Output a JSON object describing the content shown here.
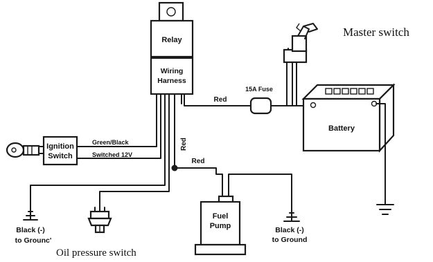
{
  "diagram": {
    "relay_label": "Relay",
    "harness_label_line1": "Wiring",
    "harness_label_line2": "Harness",
    "master_switch_label": "Master switch",
    "fuse_label": "15A Fuse",
    "battery_label": "Battery",
    "ignition_label_line1": "Ignition",
    "ignition_label_line2": "Switch",
    "green_black_label": "Green/Black",
    "switched_label": "Switched 12V",
    "red_label_harness": "Red",
    "red_label_vertical": "Red",
    "red_label_pump": "Red",
    "fuel_pump_line1": "Fuel",
    "fuel_pump_line2": "Pump",
    "ground_left_line1": "Black (-)",
    "ground_left_line2": "to Grounс'",
    "ground_right_line1": "Black (-)",
    "ground_right_line2": "to Ground",
    "oil_switch_label": "Oil pressure switch"
  }
}
